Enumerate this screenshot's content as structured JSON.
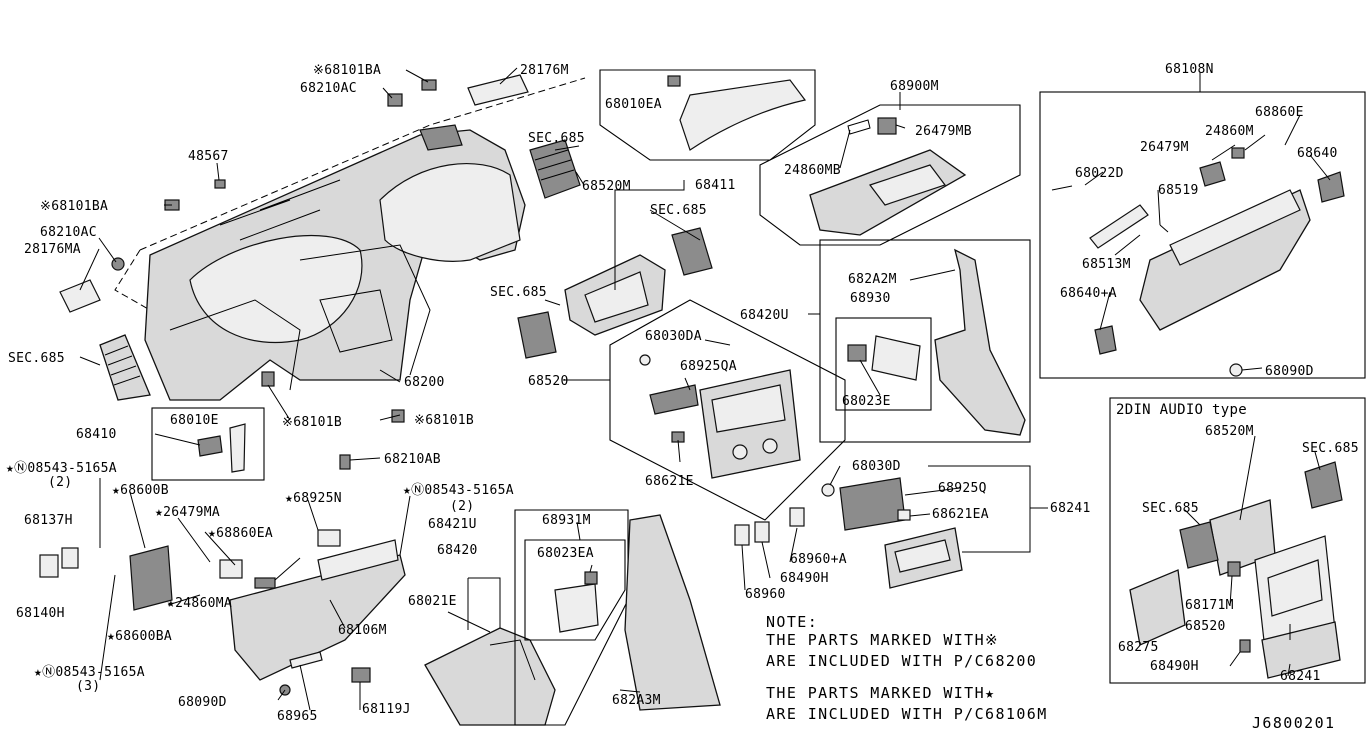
{
  "diagram_code": "J6800201",
  "labels": {
    "p68101BA_top": "※68101BA",
    "p68210AC_top": "68210AC",
    "p28176M": "28176M",
    "p68010EA": "68010EA",
    "p68411": "68411",
    "p48567": "48567",
    "p68101BA_left": "※68101BA",
    "p68210AC_left": "68210AC",
    "p28176MA": "28176MA",
    "sec685_a": "SEC.685",
    "p68520M": "68520M",
    "sec685_b": "SEC.685",
    "sec685_c": "SEC.685",
    "sec685_left": "SEC.685",
    "p68200": "68200",
    "p68101B_a": "※68101B",
    "p68101B_b": "※68101B",
    "p68010E": "68010E",
    "p68410": "68410",
    "p68210AB": "68210AB",
    "p68520": "68520",
    "p68030DA": "68030DA",
    "p68925QA": "68925QA",
    "p68621E": "68621E",
    "p68900M": "68900M",
    "p26479MB": "26479MB",
    "p24860MB": "24860MB",
    "p682A2M": "682A2M",
    "p68930": "68930",
    "p68420U": "68420U",
    "p68023E": "68023E",
    "p68108N": "68108N",
    "p68860E": "68860E",
    "p26479M": "26479M",
    "p24860M": "24860M",
    "p68640": "68640",
    "p68022D": "68022D",
    "p68519": "68519",
    "p68513M": "68513M",
    "p68640A": "68640+A",
    "p68090D_r": "68090D",
    "p08543_a": "★Ⓝ08543-5165A",
    "p08543_a_qty": "(2)",
    "p68600B": "★68600B",
    "p68137H": "68137H",
    "p26479MA": "★26479MA",
    "p68925N": "★68925N",
    "p08543_b": "★Ⓝ08543-5165A",
    "p08543_b_qty": "(2)",
    "p68860EA": "★68860EA",
    "p68140H": "68140H",
    "p24860MA": "★24860MA",
    "p68600BA": "★68600BA",
    "p68106M": "68106M",
    "p08543_c": "★Ⓝ08543-5165A",
    "p08543_c_qty": "(3)",
    "p68090D_l": "68090D",
    "p68965": "68965",
    "p68119J": "68119J",
    "p68421U": "68421U",
    "p68420": "68420",
    "p68021E": "68021E",
    "p68931M": "68931M",
    "p68023EA": "68023EA",
    "p682A3M": "682A3M",
    "p68030D": "68030D",
    "p68925Q": "68925Q",
    "p68621EA": "68621EA",
    "p68241": "68241",
    "p68960A": "68960+A",
    "p68490H": "68490H",
    "p68960": "68960",
    "audio_title": "2DIN AUDIO type",
    "a68520M": "68520M",
    "a_sec685_top": "SEC.685",
    "a_sec685_mid": "SEC.685",
    "a68171M": "68171M",
    "a68520": "68520",
    "a68275": "68275",
    "a68490H": "68490H",
    "a68241": "68241"
  },
  "notes": {
    "line1": "NOTE:",
    "line2": "THE PARTS MARKED WITH※",
    "line3": "ARE INCLUDED WITH P/C68200",
    "line4": "THE PARTS MARKED WITH★",
    "line5": "ARE INCLUDED WITH P/C68106M"
  }
}
